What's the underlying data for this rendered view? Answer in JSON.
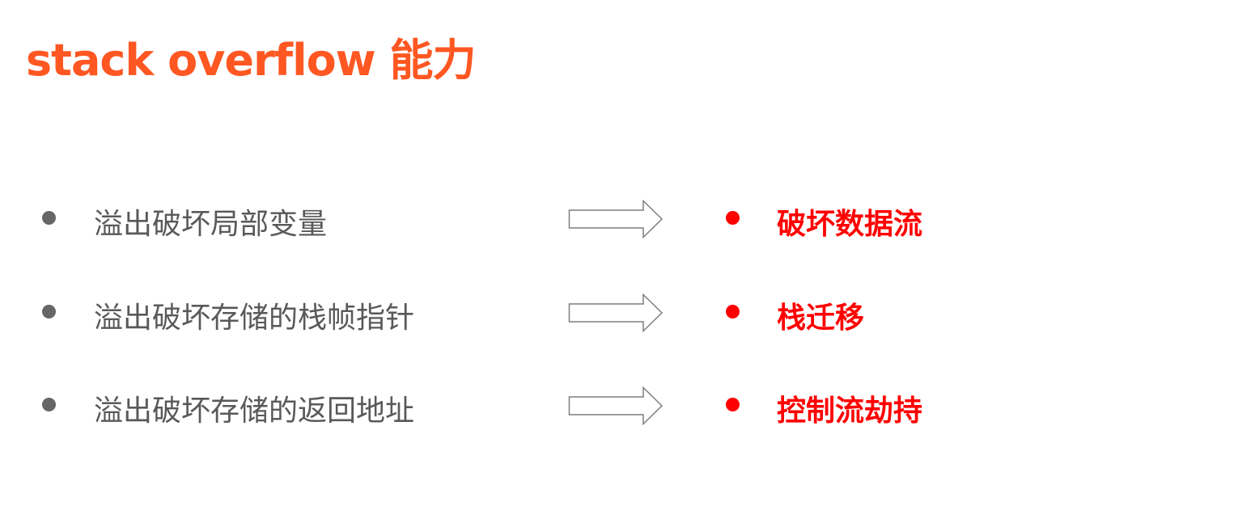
{
  "title": "stack overflow 能力",
  "colors": {
    "title": "#ff5722",
    "left_text": "#595959",
    "right_text": "#ff0000",
    "arrow": "#7f7f7f"
  },
  "rows": [
    {
      "cause": "溢出破坏局部变量",
      "effect": "破坏数据流"
    },
    {
      "cause": "溢出破坏存储的栈帧指针",
      "effect": "栈迁移"
    },
    {
      "cause": "溢出破坏存储的返回地址",
      "effect": "控制流劫持"
    }
  ]
}
